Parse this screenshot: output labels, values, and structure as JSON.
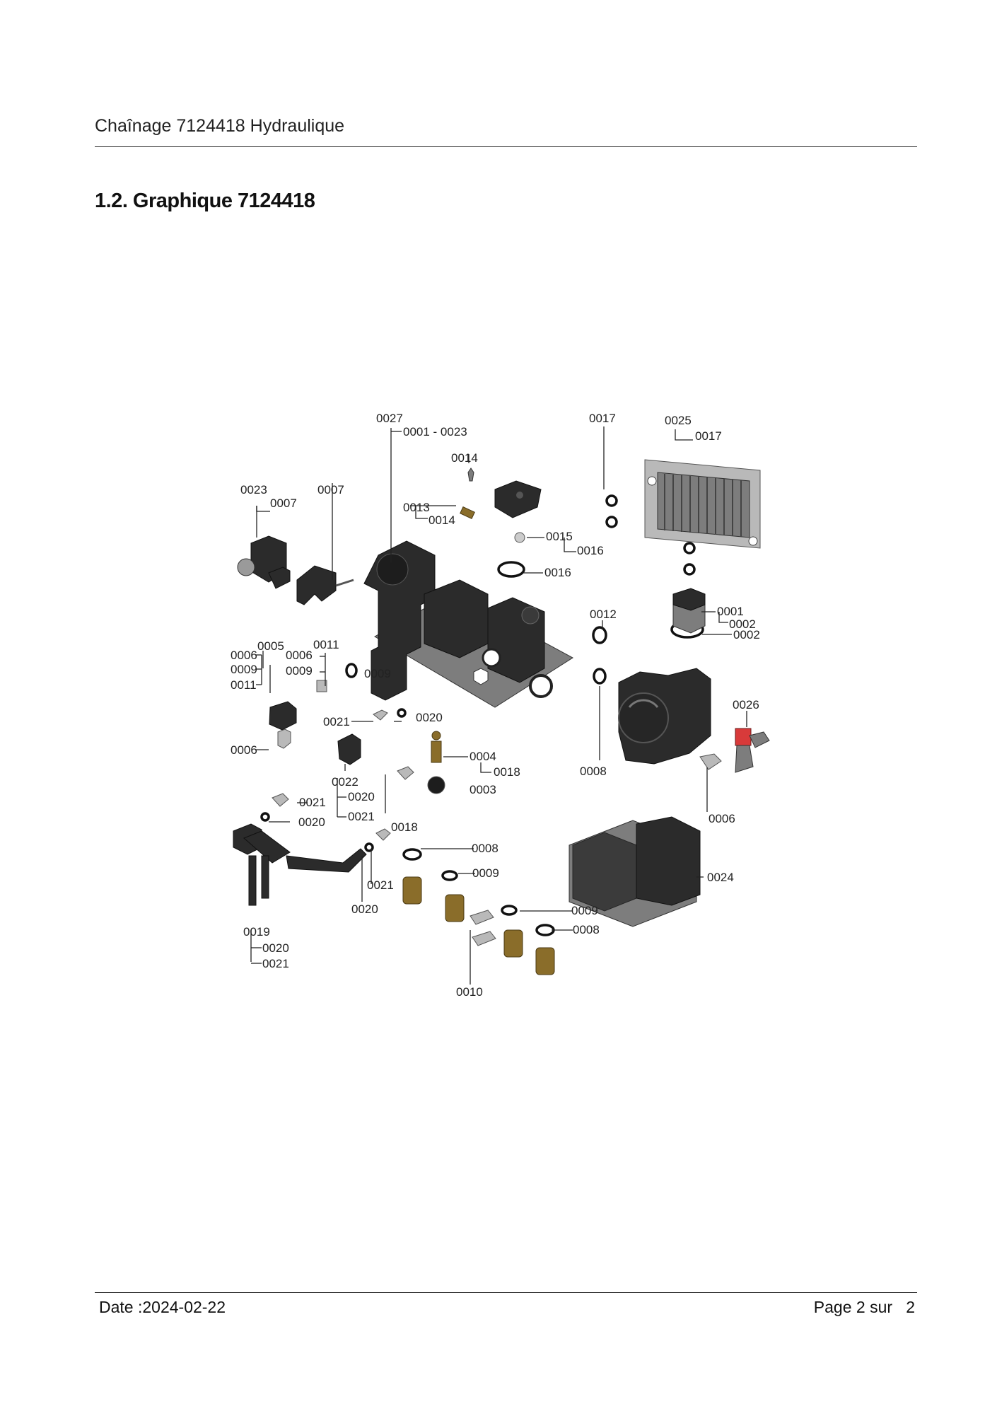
{
  "header": {
    "title": "Chaînage 7124418 Hydraulique"
  },
  "section": {
    "title": "1.2. Graphique 7124418"
  },
  "diagram": {
    "callouts": [
      "0027",
      "0001 - 0023",
      "0014",
      "0013",
      "0014",
      "0017",
      "0025",
      "0017",
      "0023",
      "0007",
      "0007",
      "0015",
      "0016",
      "0016",
      "0012",
      "0001",
      "0002",
      "0002",
      "0005",
      "0011",
      "0006",
      "0009",
      "0011",
      "0006",
      "0009",
      "0009",
      "0021",
      "0020",
      "0026",
      "0006",
      "0004",
      "0018",
      "0003",
      "0008",
      "0022",
      "0020",
      "0021",
      "0021",
      "0020",
      "0018",
      "0006",
      "0008",
      "0009",
      "0021",
      "0020",
      "0024",
      "0009",
      "0008",
      "0019",
      "0020",
      "0021",
      "0010"
    ]
  },
  "footer": {
    "date": "Date :2024-02-22",
    "page": "Page 2 sur   2"
  }
}
